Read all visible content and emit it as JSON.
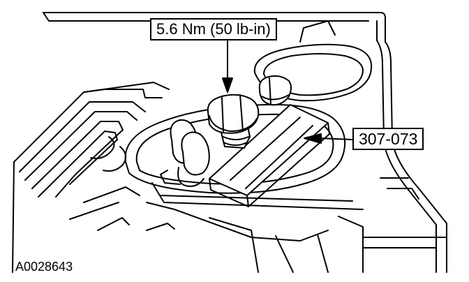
{
  "callouts": {
    "torque_spec": "5.6 Nm (50 lb-in)",
    "tool_number": "307-073"
  },
  "figure_id": "A0028643",
  "colors": {
    "line": "#000000",
    "background": "#ffffff"
  }
}
